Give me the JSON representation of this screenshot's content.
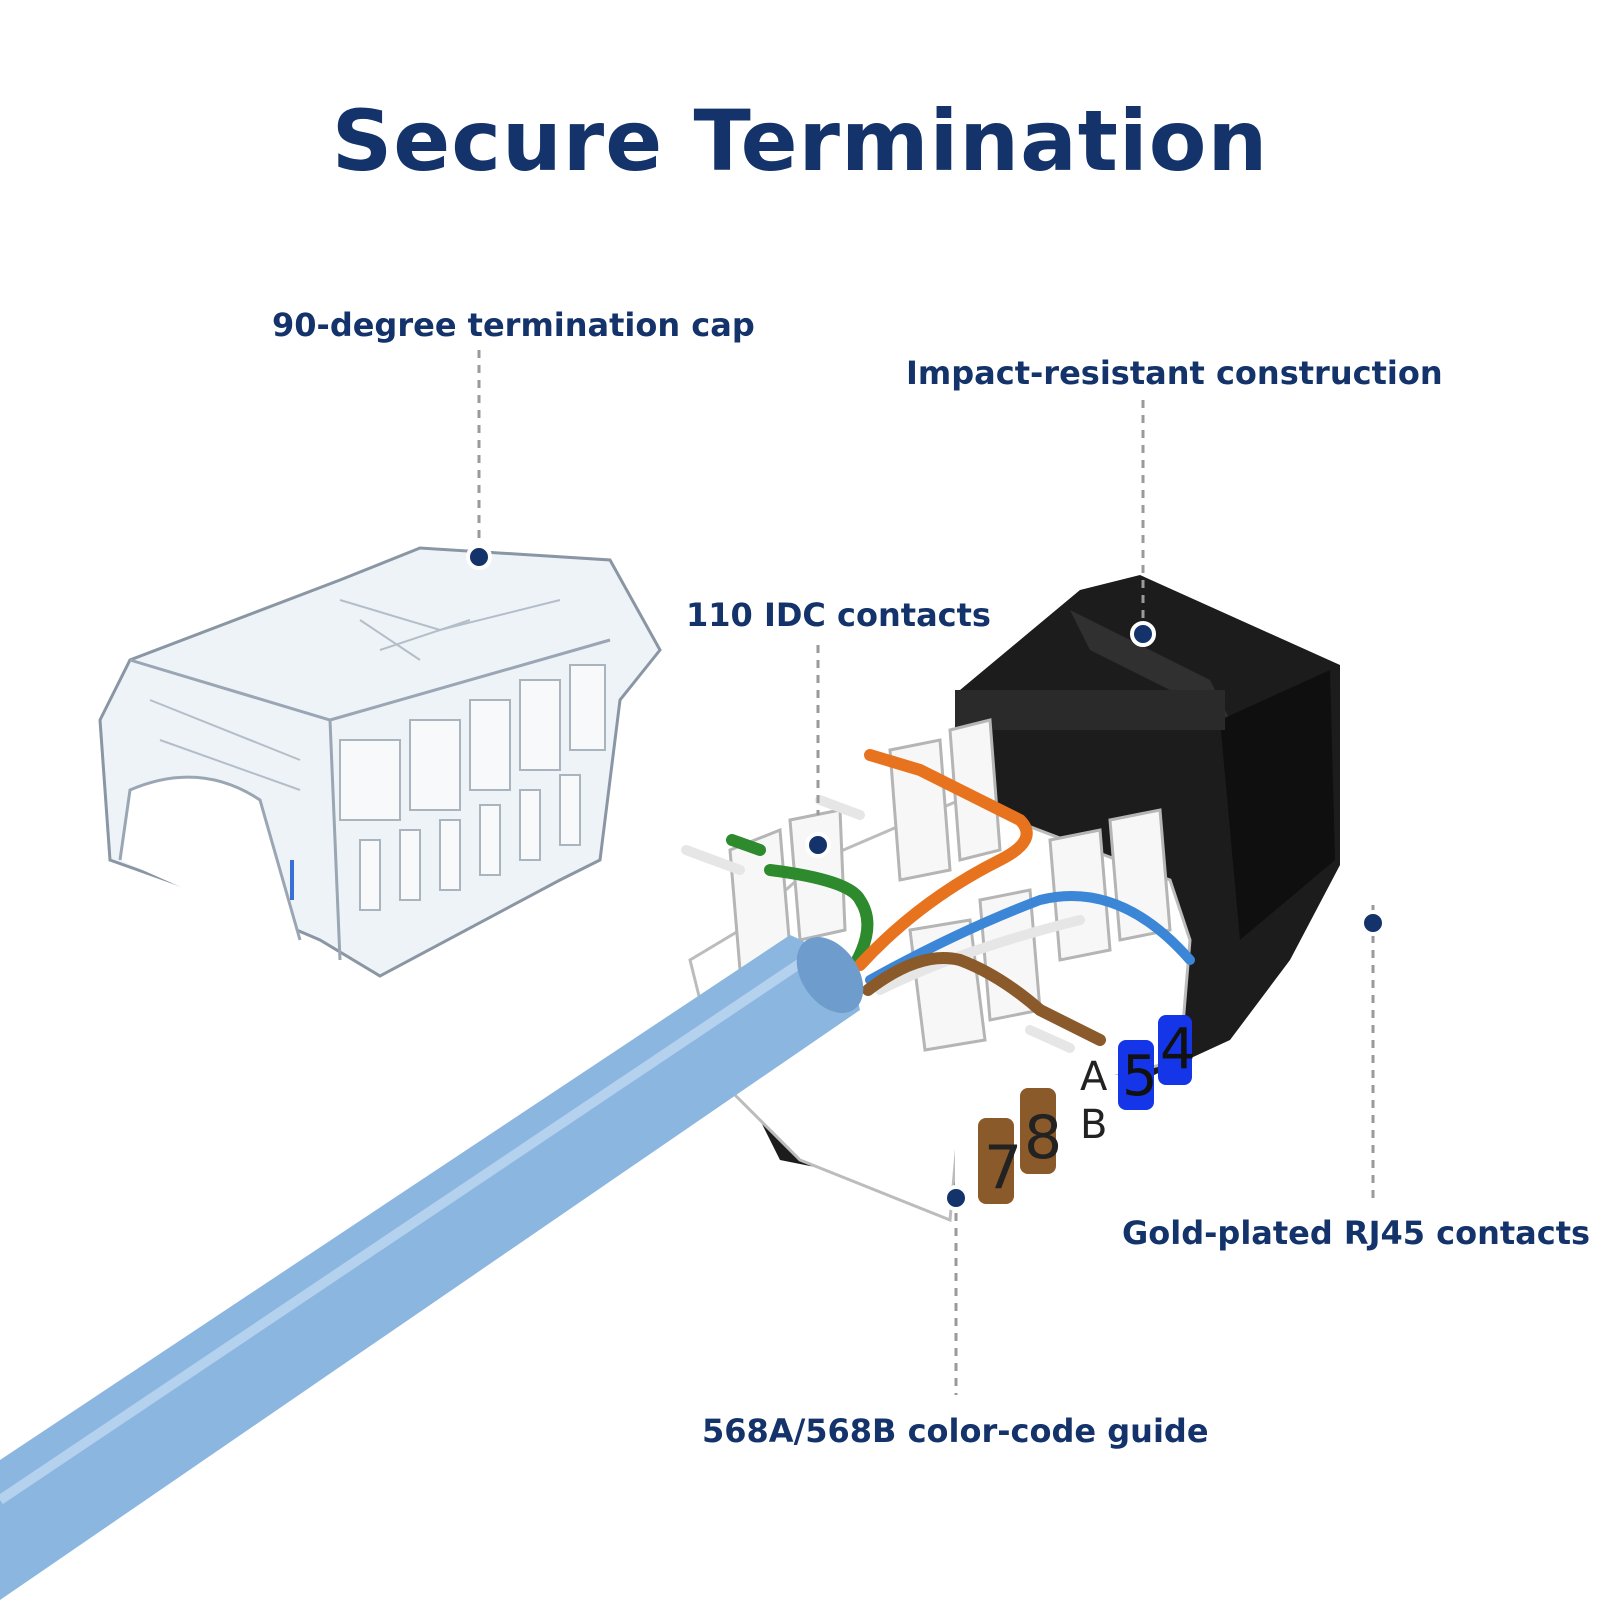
{
  "title": "Secure Termination",
  "callouts": {
    "cap": "90-degree termination cap",
    "impact": "Impact-resistant construction",
    "idc": "110 IDC contacts",
    "gold": "Gold-plated RJ45 contacts",
    "guide": "568A/568B color-code guide"
  },
  "label_panel": {
    "digits": [
      "7",
      "8",
      "5",
      "4"
    ],
    "letters": [
      "A",
      "B"
    ]
  },
  "colors": {
    "text": "#14336b",
    "marker": "#14336b",
    "leader": "#9a9a9a",
    "cable": "#8bb6e0",
    "jack_body": "#1c1c1c",
    "jack_insert": "#ffffff",
    "brown": "#8a5a2b",
    "blue_label": "#1436e8",
    "orange": "#e8731e",
    "green": "#2d8a2d"
  }
}
